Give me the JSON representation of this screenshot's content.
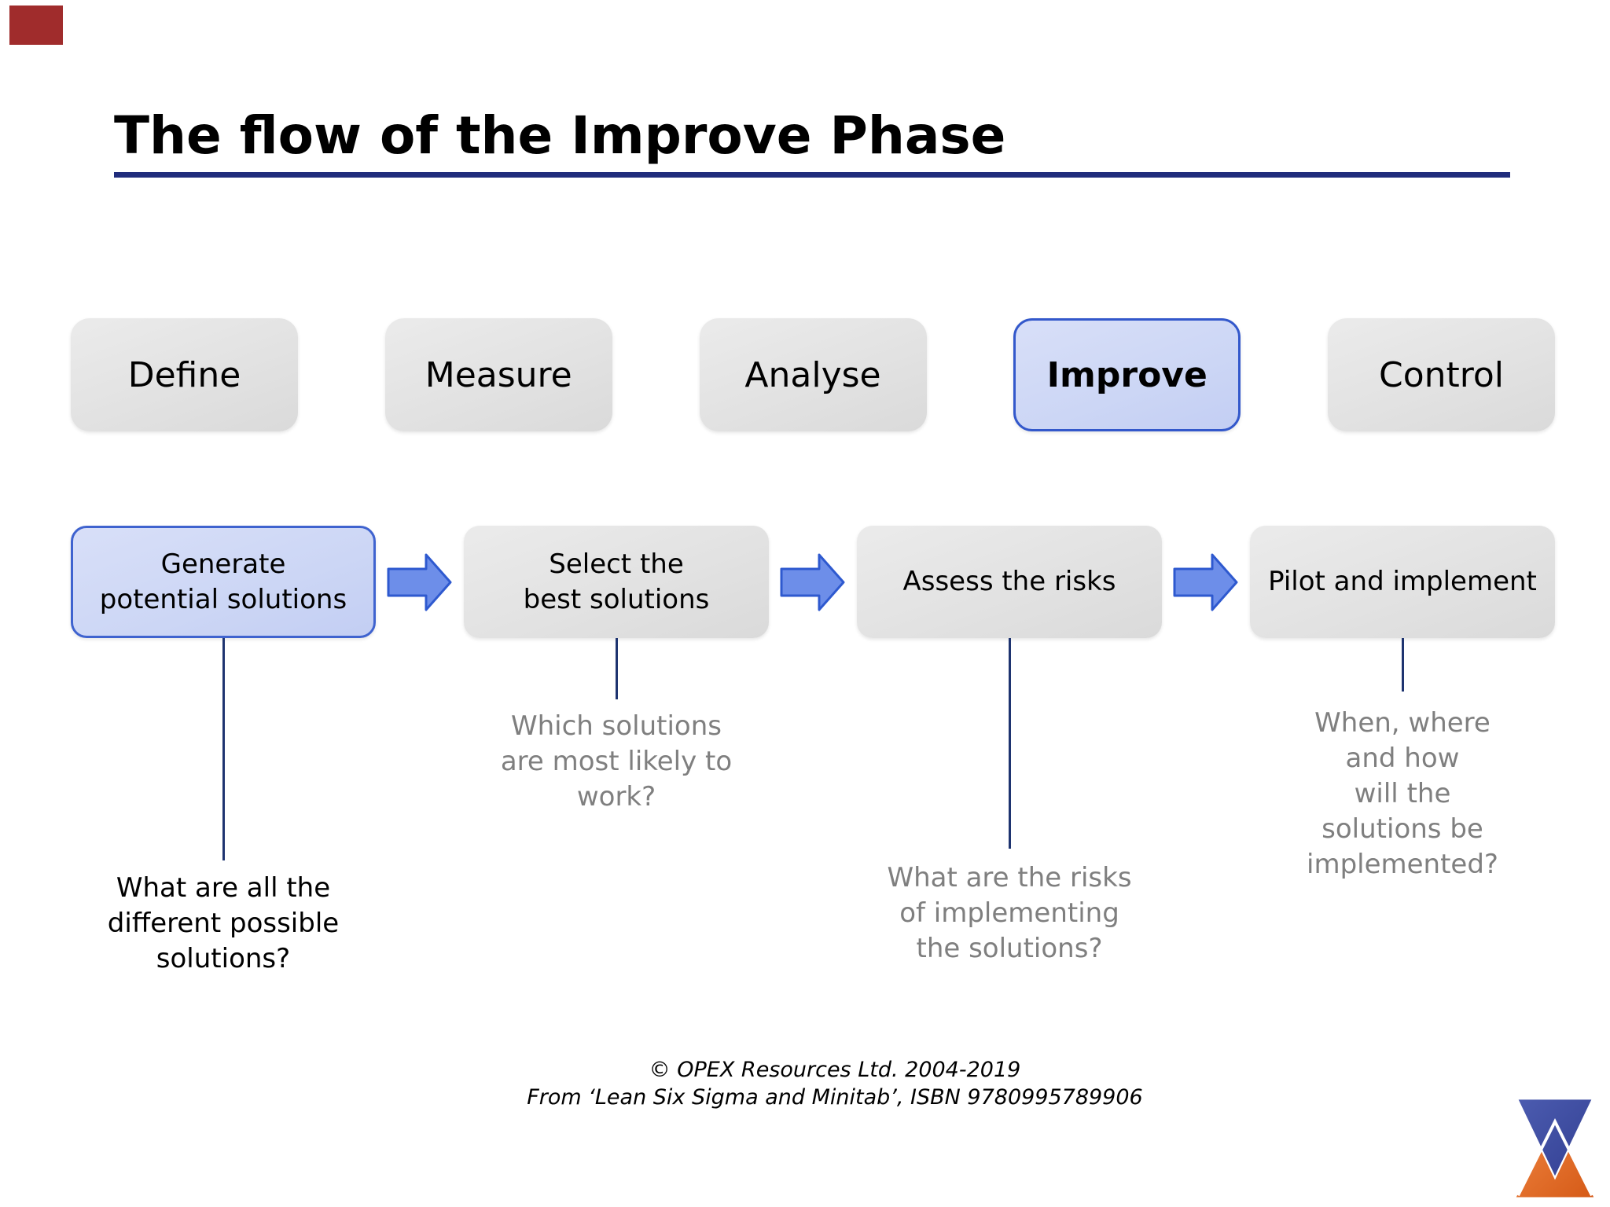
{
  "title": "The flow of the Improve Phase",
  "corner_marker_color": "#a02c2c",
  "dmaic": {
    "steps": [
      {
        "label": "Define",
        "active": false
      },
      {
        "label": "Measure",
        "active": false
      },
      {
        "label": "Analyse",
        "active": false
      },
      {
        "label": "Improve",
        "active": true
      },
      {
        "label": "Control",
        "active": false
      }
    ]
  },
  "flow": {
    "steps": [
      {
        "label": "Generate\npotential solutions",
        "highlighted": true,
        "annotation": "What are all the\ndifferent possible\nsolutions?"
      },
      {
        "label": "Select the\nbest solutions",
        "highlighted": false,
        "annotation": "Which solutions\nare most likely to\nwork?"
      },
      {
        "label": "Assess the risks",
        "highlighted": false,
        "annotation": "What are the risks\nof implementing\nthe solutions?"
      },
      {
        "label": "Pilot and implement",
        "highlighted": false,
        "annotation": "When, where and how\nwill the solutions be\nimplemented?"
      }
    ]
  },
  "footer": {
    "line1": "© OPEX Resources Ltd. 2004-2019",
    "line2": "From ‘Lean Six Sigma and Minitab’, ISBN 9780995789906"
  },
  "logo": {
    "name": "opex-hourglass-logo"
  },
  "colors": {
    "highlight_fill": "#ccd6f5",
    "highlight_border": "#3358cb",
    "arrow_fill": "#6d8ee9",
    "arrow_border": "#2e59cf",
    "box_gray": "#e2e2e2",
    "connector_navy": "#1e3470",
    "underline_navy": "#202c7c",
    "annotation_gray": "#7f7f7f",
    "logo_blue": "#3f4fa4",
    "logo_orange": "#e2661f"
  }
}
